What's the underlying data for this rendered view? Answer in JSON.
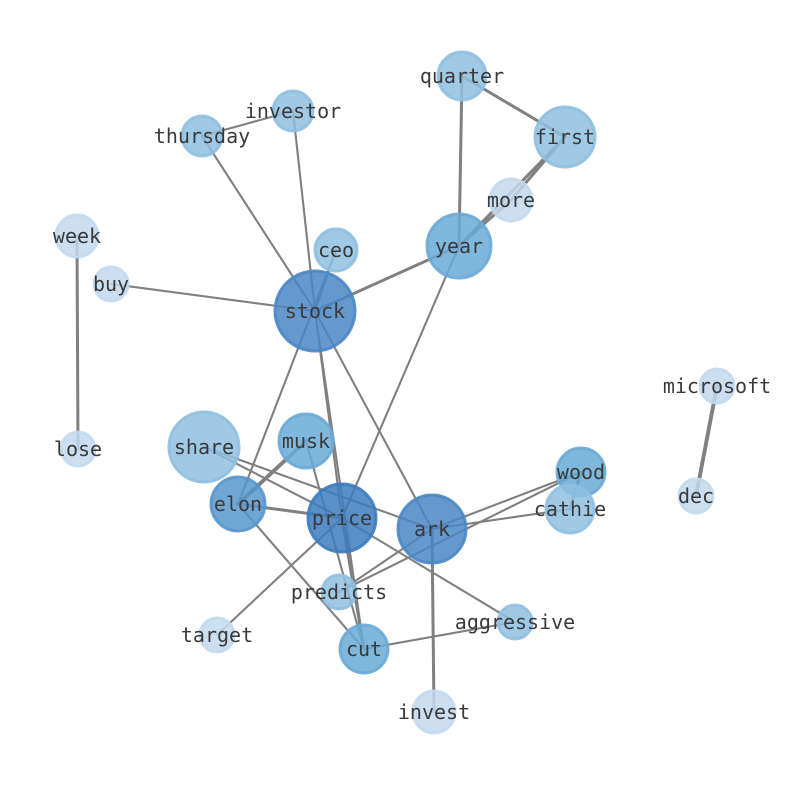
{
  "graph": {
    "nodes": [
      {
        "id": "quarter",
        "label": "quarter",
        "color": "#8fbfe0"
      },
      {
        "id": "first",
        "label": "first",
        "color": "#8fbfe0"
      },
      {
        "id": "investor",
        "label": "investor",
        "color": "#8fbfe0"
      },
      {
        "id": "thursday",
        "label": "thursday",
        "color": "#8fbfe0"
      },
      {
        "id": "more",
        "label": "more",
        "color": "#c2d9ee"
      },
      {
        "id": "week",
        "label": "week",
        "color": "#c2d9ee"
      },
      {
        "id": "ceo",
        "label": "ceo",
        "color": "#8fbfe0"
      },
      {
        "id": "year",
        "label": "year",
        "color": "#6aaad6"
      },
      {
        "id": "buy",
        "label": "buy",
        "color": "#c2d9ee"
      },
      {
        "id": "stock",
        "label": "stock",
        "color": "#4a87c5"
      },
      {
        "id": "microsoft",
        "label": "microsoft",
        "color": "#c2d9ee"
      },
      {
        "id": "lose",
        "label": "lose",
        "color": "#c2d9ee"
      },
      {
        "id": "share",
        "label": "share",
        "color": "#8fbfe0"
      },
      {
        "id": "musk",
        "label": "musk",
        "color": "#6aaad6"
      },
      {
        "id": "wood",
        "label": "wood",
        "color": "#6aaad6"
      },
      {
        "id": "dec",
        "label": "dec",
        "color": "#c2d9ee"
      },
      {
        "id": "elon",
        "label": "elon",
        "color": "#5797cd"
      },
      {
        "id": "price",
        "label": "price",
        "color": "#3d7bbd"
      },
      {
        "id": "ark",
        "label": "ark",
        "color": "#4a87c5"
      },
      {
        "id": "cathie",
        "label": "cathie",
        "color": "#8fbfe0"
      },
      {
        "id": "predicts",
        "label": "predicts",
        "color": "#8fbfe0"
      },
      {
        "id": "target",
        "label": "target",
        "color": "#c2d9ee"
      },
      {
        "id": "aggressive",
        "label": "aggressive",
        "color": "#8fbfe0"
      },
      {
        "id": "cut",
        "label": "cut",
        "color": "#6aaad6"
      },
      {
        "id": "invest",
        "label": "invest",
        "color": "#c2d9ee"
      }
    ],
    "edges": [
      {
        "source": "quarter",
        "target": "first",
        "weight": 2
      },
      {
        "source": "quarter",
        "target": "year",
        "weight": 2
      },
      {
        "source": "first",
        "target": "more",
        "weight": 2
      },
      {
        "source": "first",
        "target": "year",
        "weight": 2
      },
      {
        "source": "investor",
        "target": "thursday",
        "weight": 1
      },
      {
        "source": "investor",
        "target": "stock",
        "weight": 1
      },
      {
        "source": "thursday",
        "target": "stock",
        "weight": 1
      },
      {
        "source": "more",
        "target": "year",
        "weight": 2
      },
      {
        "source": "week",
        "target": "lose",
        "weight": 2
      },
      {
        "source": "ceo",
        "target": "stock",
        "weight": 1
      },
      {
        "source": "ceo",
        "target": "elon",
        "weight": 1
      },
      {
        "source": "year",
        "target": "stock",
        "weight": 2
      },
      {
        "source": "year",
        "target": "price",
        "weight": 1
      },
      {
        "source": "buy",
        "target": "stock",
        "weight": 1
      },
      {
        "source": "stock",
        "target": "price",
        "weight": 1
      },
      {
        "source": "stock",
        "target": "ark",
        "weight": 1
      },
      {
        "source": "stock",
        "target": "cut",
        "weight": 1
      },
      {
        "source": "microsoft",
        "target": "dec",
        "weight": 3
      },
      {
        "source": "share",
        "target": "price",
        "weight": 1
      },
      {
        "source": "share",
        "target": "ark",
        "weight": 1
      },
      {
        "source": "musk",
        "target": "elon",
        "weight": 3
      },
      {
        "source": "musk",
        "target": "cut",
        "weight": 1
      },
      {
        "source": "wood",
        "target": "cathie",
        "weight": 2
      },
      {
        "source": "wood",
        "target": "ark",
        "weight": 1
      },
      {
        "source": "wood",
        "target": "predicts",
        "weight": 1
      },
      {
        "source": "elon",
        "target": "price",
        "weight": 2
      },
      {
        "source": "elon",
        "target": "cut",
        "weight": 1
      },
      {
        "source": "price",
        "target": "cut",
        "weight": 2
      },
      {
        "source": "price",
        "target": "target",
        "weight": 1
      },
      {
        "source": "price",
        "target": "aggressive",
        "weight": 1
      },
      {
        "source": "ark",
        "target": "cathie",
        "weight": 1
      },
      {
        "source": "ark",
        "target": "predicts",
        "weight": 1
      },
      {
        "source": "ark",
        "target": "invest",
        "weight": 2
      },
      {
        "source": "cut",
        "target": "aggressive",
        "weight": 1
      }
    ]
  }
}
